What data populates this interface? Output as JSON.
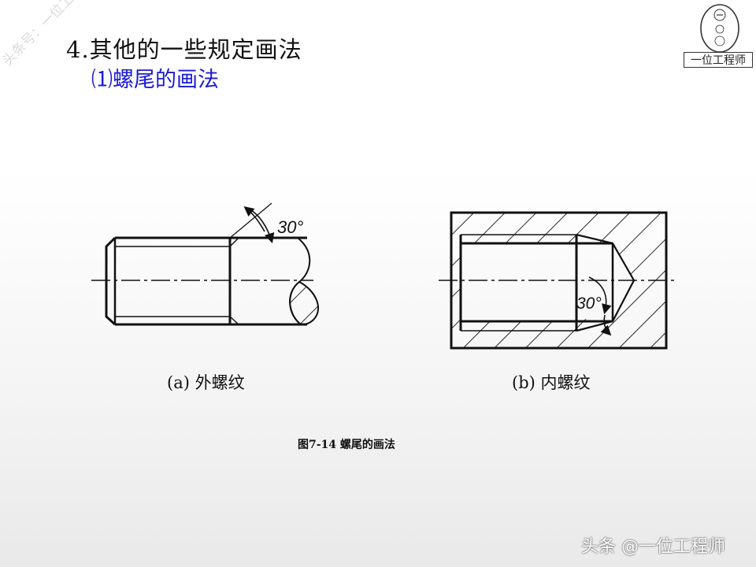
{
  "slide": {
    "title": "4.其他的一些规定画法",
    "subtitle": "⑴螺尾的画法"
  },
  "figure": {
    "angle_label_a": "30°",
    "angle_label_b": "30°",
    "caption_a": "(a)  外螺纹",
    "caption_b": "(b)  内螺纹",
    "figure_caption": "图7-14    螺尾的画法"
  },
  "branding": {
    "logo_text": "一位工程师",
    "side_watermark": "头条号：一位工程师",
    "footer_watermark": "头条 @一位工程师"
  }
}
